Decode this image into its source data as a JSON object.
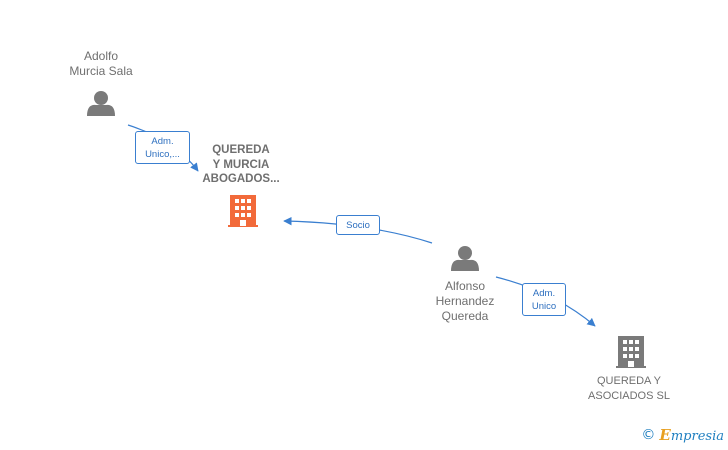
{
  "nodes": {
    "adolfo": {
      "label": "Adolfo\nMurcia Sala"
    },
    "quereda_murcia": {
      "label": "QUEREDA\nY MURCIA\nABOGADOS..."
    },
    "alfonso": {
      "label": "Alfonso\nHernandez\nQuereda"
    },
    "quereda_asociados": {
      "label": "QUEREDA Y\nASOCIADOS SL"
    }
  },
  "edges": {
    "adolfo_to_qm": {
      "label": "Adm.\nUnico,..."
    },
    "alfonso_to_qm": {
      "label": "Socio"
    },
    "alfonso_to_qa": {
      "label": "Adm.\nUnico"
    }
  },
  "colors": {
    "person": "#7a7a7a",
    "company_highlight": "#f26a3a",
    "company_default": "#7a7a7a",
    "edge": "#3a7fd0"
  },
  "icons": {
    "person": "person-icon",
    "company": "building-icon"
  },
  "footer": {
    "copyright": "©",
    "brand_first": "E",
    "brand_rest": "mpresia"
  }
}
